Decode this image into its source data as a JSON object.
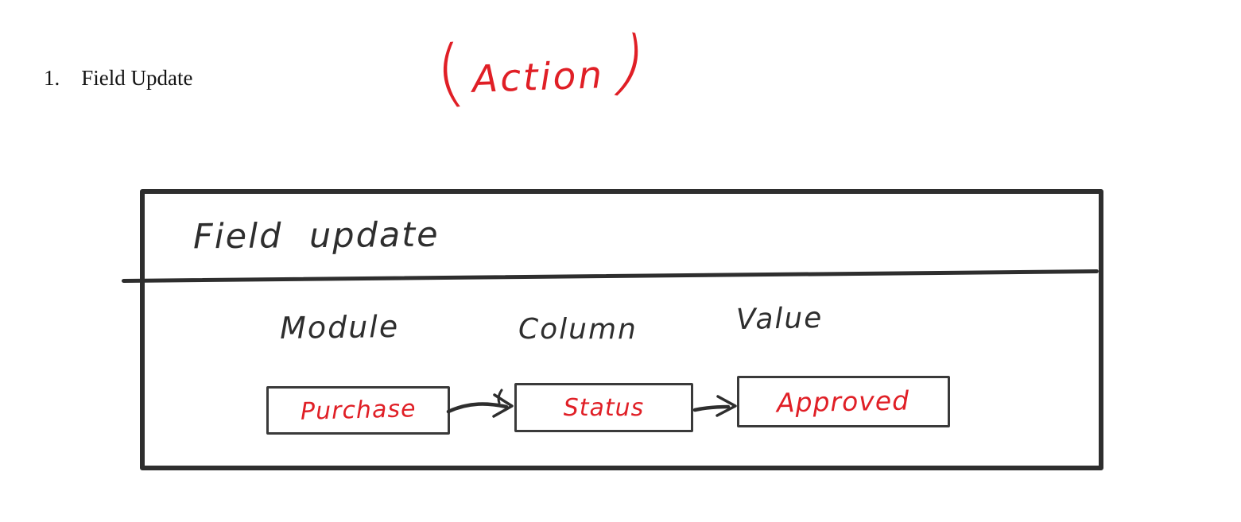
{
  "page": {
    "background_color": "#ffffff",
    "ink_color": "#2e2e2e",
    "accent_red": "#e01f26"
  },
  "heading": {
    "number": "1.",
    "title": "Field Update"
  },
  "annotation": {
    "open_paren": "(",
    "text": "Action",
    "close_paren": ")",
    "color": "#e01f26"
  },
  "panel": {
    "title": "Field update",
    "columns": [
      {
        "label": "Module",
        "value": "Purchase"
      },
      {
        "label": "Column",
        "value": "Status"
      },
      {
        "label": "Value",
        "value": "Approved"
      }
    ],
    "icons": [
      {
        "name": "arrow-right-icon",
        "glyph": "→"
      },
      {
        "name": "arrow-right-icon",
        "glyph": "→"
      }
    ]
  }
}
